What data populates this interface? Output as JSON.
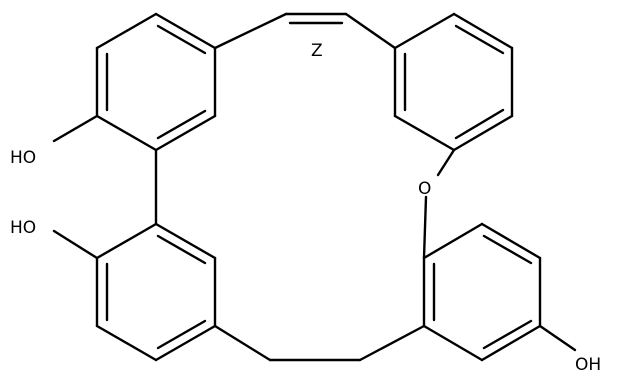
{
  "molecule": {
    "labels": {
      "ho_top_left": "HO",
      "ho_bottom_left": "HO",
      "oxygen_bridge": "O",
      "oh_bottom_right": "OH",
      "stereo_z": "Z"
    },
    "colors": {
      "bond": "#000000",
      "background": "#ffffff"
    }
  }
}
